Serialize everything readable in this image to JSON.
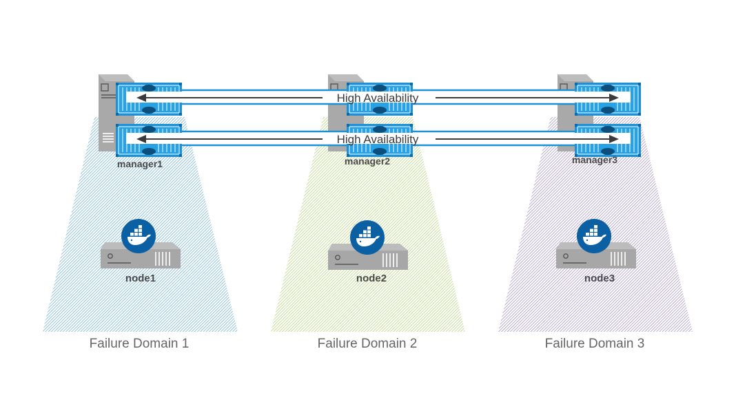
{
  "colors": {
    "domain_1": "#5aa6cc",
    "domain_2": "#a9cd6a",
    "domain_3": "#9482b8",
    "container_blue": "#1d91d6",
    "docker_blue": "#0b5fa3",
    "server_gray": "#a9a9a9",
    "text": "#4a4a4a"
  },
  "managers": [
    {
      "label": "manager1",
      "icon": "server-tower-icon"
    },
    {
      "label": "manager2",
      "icon": "server-tower-icon"
    },
    {
      "label": "manager3",
      "icon": "server-tower-icon"
    }
  ],
  "nodes": [
    {
      "label": "node1",
      "icon": "docker-server-icon"
    },
    {
      "label": "node2",
      "icon": "docker-server-icon"
    },
    {
      "label": "node3",
      "icon": "docker-server-icon"
    }
  ],
  "domains": [
    {
      "label": "Failure Domain 1"
    },
    {
      "label": "Failure Domain 2"
    },
    {
      "label": "Failure Domain 3"
    }
  ],
  "ha_links": [
    {
      "label": "High Availability"
    },
    {
      "label": "High Availability"
    }
  ]
}
